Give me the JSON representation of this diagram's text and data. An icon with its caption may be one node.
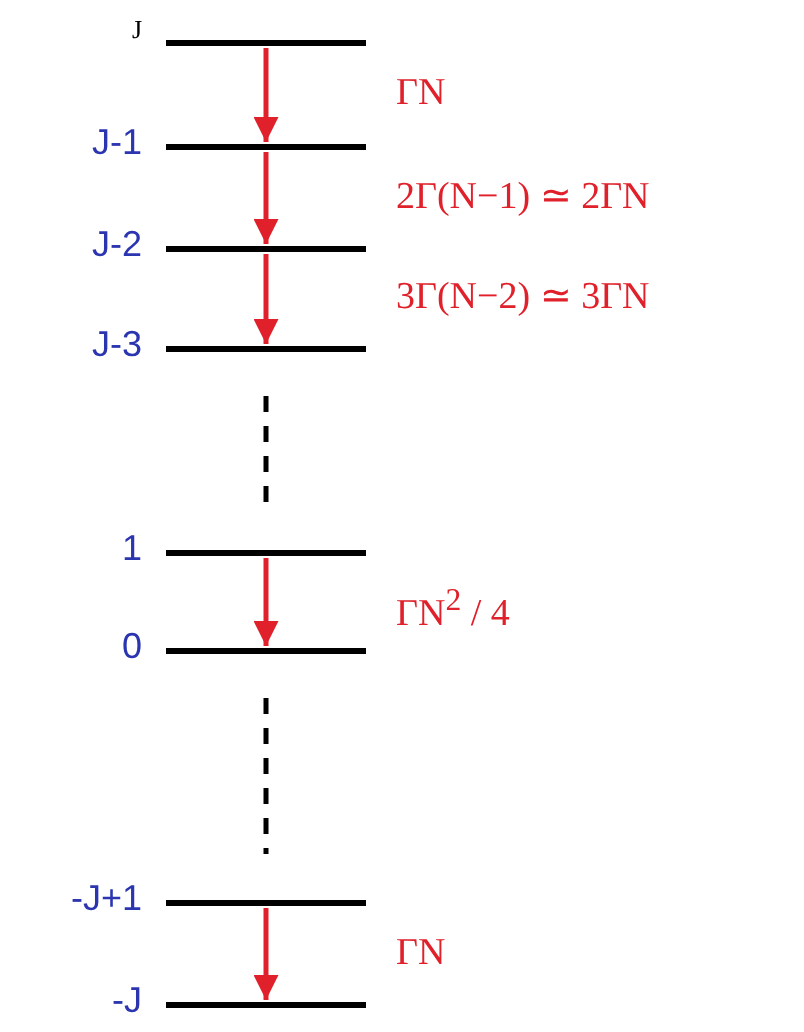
{
  "diagram": {
    "nodes": [
      {
        "text": [
          "J"
        ]
      },
      {
        "text": [
          "J-1"
        ]
      },
      {
        "text": [
          "J-2"
        ]
      },
      {
        "text": [
          "J-3"
        ]
      },
      {
        "text": [
          "1"
        ]
      },
      {
        "text": [
          "0"
        ]
      },
      {
        "text": [
          "-J+1"
        ]
      },
      {
        "text": [
          "-J"
        ]
      }
    ],
    "edges": [
      {
        "from": 0,
        "to": 1,
        "arrow": "to",
        "label": "ΓN"
      },
      {
        "from": 1,
        "to": 2,
        "arrow": "to",
        "label": "2Γ(N−1) ≃ 2ΓN"
      },
      {
        "from": 2,
        "to": 3,
        "arrow": "to",
        "label": "3Γ(N−2) ≃ 3ΓN"
      },
      {
        "from": 3,
        "to": 4,
        "arrow": "none",
        "style": "dashed",
        "color": "#000000"
      },
      {
        "from": 4,
        "to": 5,
        "arrow": "to",
        "label": "ΓN$^{2}$ / 4"
      },
      {
        "from": 5,
        "to": 6,
        "arrow": "none",
        "style": "dashed",
        "color": "#000000"
      },
      {
        "from": 6,
        "to": 7,
        "arrow": "to",
        "label": "ΓN"
      }
    ]
  }
}
